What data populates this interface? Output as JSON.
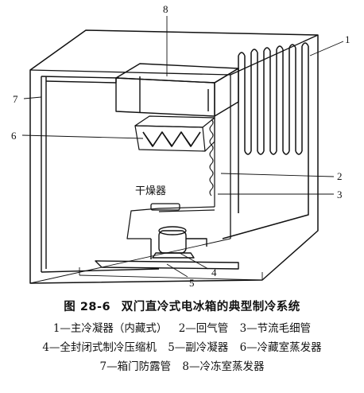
{
  "diagram": {
    "callouts": [
      "1",
      "2",
      "3",
      "4",
      "5",
      "6",
      "7",
      "8"
    ],
    "inline_label": "干燥器"
  },
  "caption": {
    "figure_number": "图 28-6",
    "title": "双门直冷式电冰箱的典型制冷系统",
    "legend": [
      "1—主冷凝器（内藏式）",
      "2—回气管",
      "3—节流毛细管",
      "4—全封闭式制冷压缩机",
      "5—副冷凝器",
      "6—冷藏室蒸发器",
      "7—箱门防露管",
      "8—冷冻室蒸发器"
    ]
  }
}
